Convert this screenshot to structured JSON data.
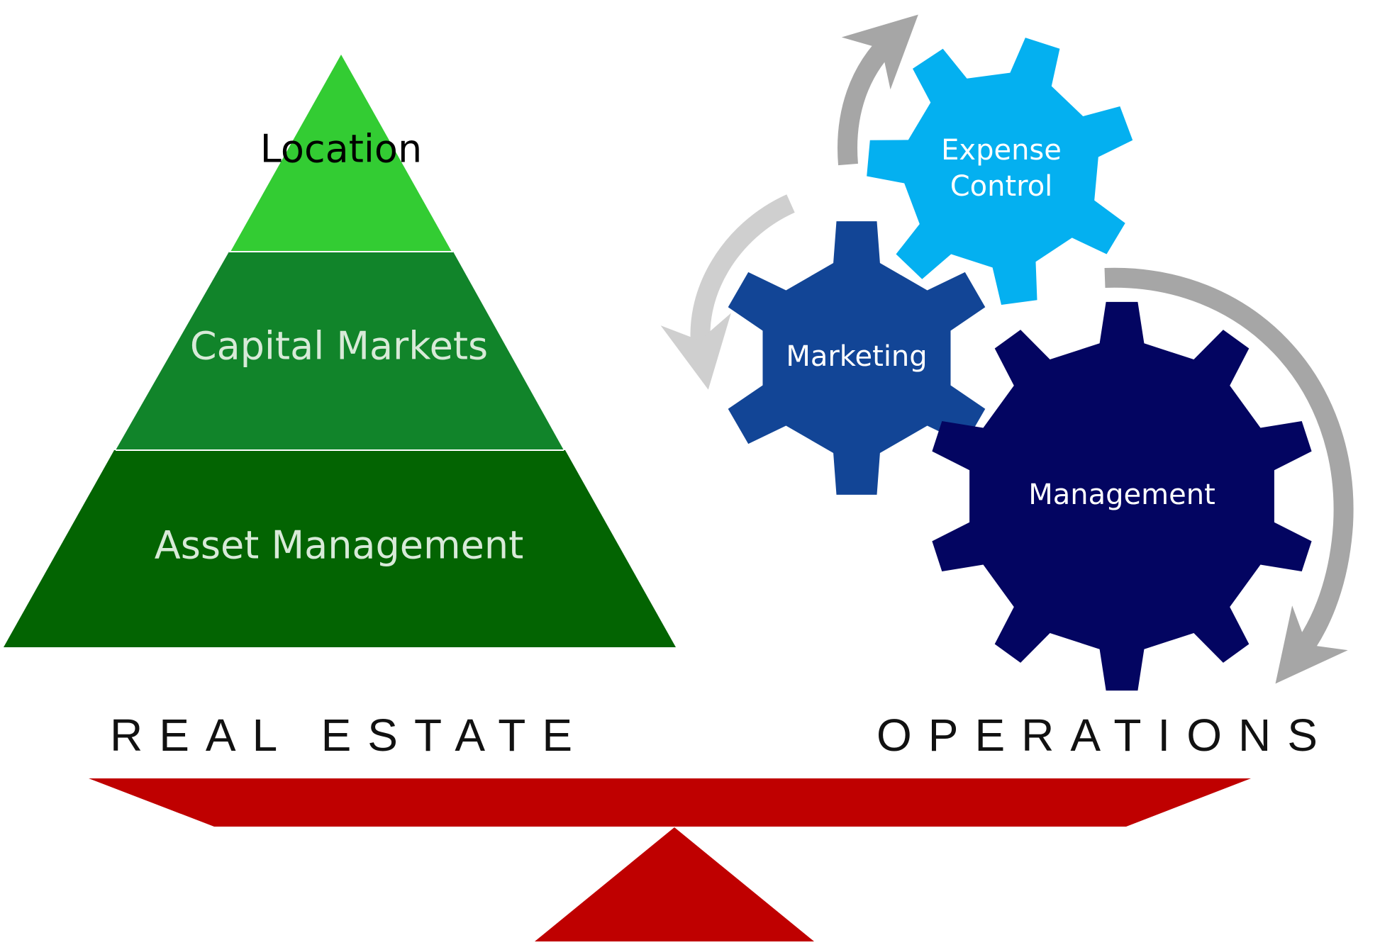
{
  "pyramid": {
    "levels": [
      {
        "label": "Location",
        "color": "#33cc33",
        "text_color": "#000000"
      },
      {
        "label": "Capital Markets",
        "color": "#11842a",
        "text_color": "#d8ead8"
      },
      {
        "label": "Asset Management",
        "color": "#036402",
        "text_color": "#d8ead8"
      }
    ]
  },
  "gears": {
    "expense_control": {
      "label_line1": "Expense",
      "label_line2": "Control",
      "color": "#04b0f0"
    },
    "marketing": {
      "label": "Marketing",
      "color": "#124596"
    },
    "management": {
      "label": "Management",
      "color": "#030561"
    }
  },
  "arrows": {
    "dark_color": "#a6a6a6",
    "light_color": "#cfcfcf"
  },
  "headings": {
    "left": "REAL ESTATE",
    "right": "OPERATIONS"
  },
  "balance": {
    "color": "#bf0000"
  }
}
